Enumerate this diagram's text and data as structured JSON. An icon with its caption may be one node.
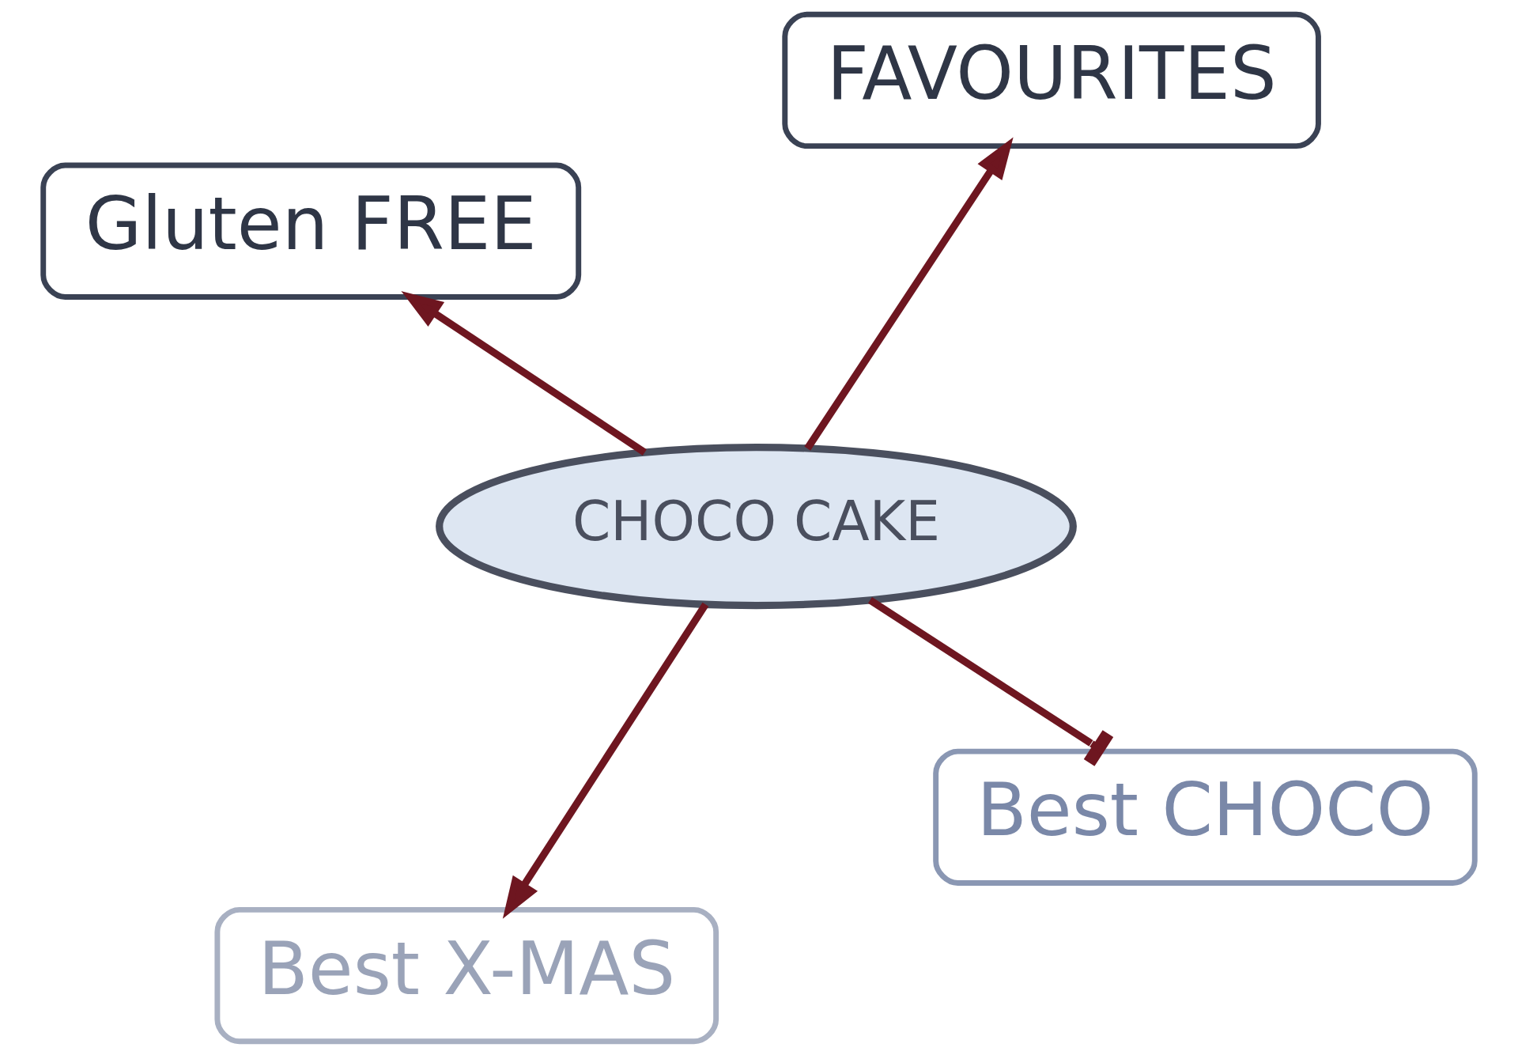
{
  "diagram": {
    "nodes": [
      {
        "text": [
          "CHOCO CAKE"
        ]
      },
      {
        "text": [
          "Best CHOCO"
        ]
      },
      {
        "text": [
          "Best X-MAS"
        ]
      },
      {
        "text": [
          "Gluten FREE"
        ]
      },
      {
        "text": [
          "FAVOURITES"
        ]
      }
    ],
    "edges": [
      {
        "from": 0,
        "to": 1,
        "arrow": "other"
      },
      {
        "from": 0,
        "to": 2,
        "arrow": "to"
      },
      {
        "from": 0,
        "to": 3,
        "arrow": "to"
      },
      {
        "from": 0,
        "to": 4,
        "arrow": "to"
      }
    ]
  }
}
